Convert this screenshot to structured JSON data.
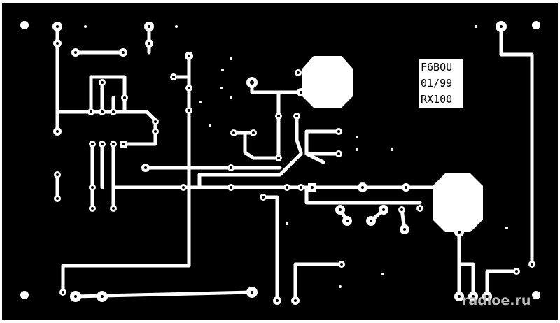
{
  "board_label": {
    "line1": "F6BQU",
    "line2": "01/99",
    "line3": "RX100"
  },
  "watermark": "radioe.ru",
  "colors": {
    "copper": "#000000",
    "background": "#ffffff"
  }
}
